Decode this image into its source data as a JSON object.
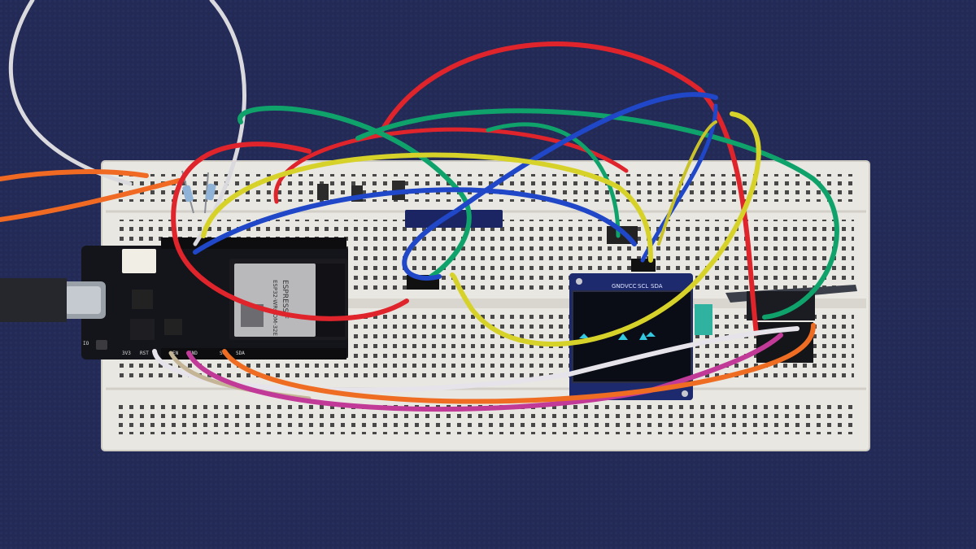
{
  "scene": {
    "colors": {
      "cloth": "#232a55",
      "breadboard": "#eceae4",
      "board_pcb": "#14151a",
      "oled_pcb": "#1d2a6e",
      "oled_glass": "#0b0d16",
      "oled_glyph": "#33c9e0"
    },
    "dev_board": {
      "module_brand": "ESPRESSIF",
      "module_model": "ESP32-WROOM-32E",
      "pin_labels_bottom": [
        "IO",
        "3V3",
        "RST",
        "EN",
        "GND",
        "SCL",
        "SDA"
      ]
    },
    "oled": {
      "pin_labels": [
        "GND",
        "VCC",
        "SCL",
        "SDA"
      ]
    },
    "wire_colors": [
      "red",
      "green",
      "blue",
      "yellow",
      "orange",
      "white",
      "magenta",
      "tan"
    ]
  }
}
